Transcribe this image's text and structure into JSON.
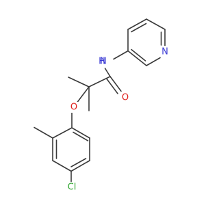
{
  "atoms": {
    "N_amide": {
      "label": "N",
      "color": "#3b3bd4"
    },
    "H_amide": {
      "label": "H",
      "color": "#3b3bd4"
    },
    "O_carbonyl": {
      "label": "O",
      "color": "#e0201c"
    },
    "O_ether": {
      "label": "O",
      "color": "#e0201c"
    },
    "N_pyridine": {
      "label": "N",
      "color": "#3b3bd4"
    },
    "Cl": {
      "label": "Cl",
      "color": "#2fa52f"
    }
  },
  "bond_color": "#3a3a3a"
}
